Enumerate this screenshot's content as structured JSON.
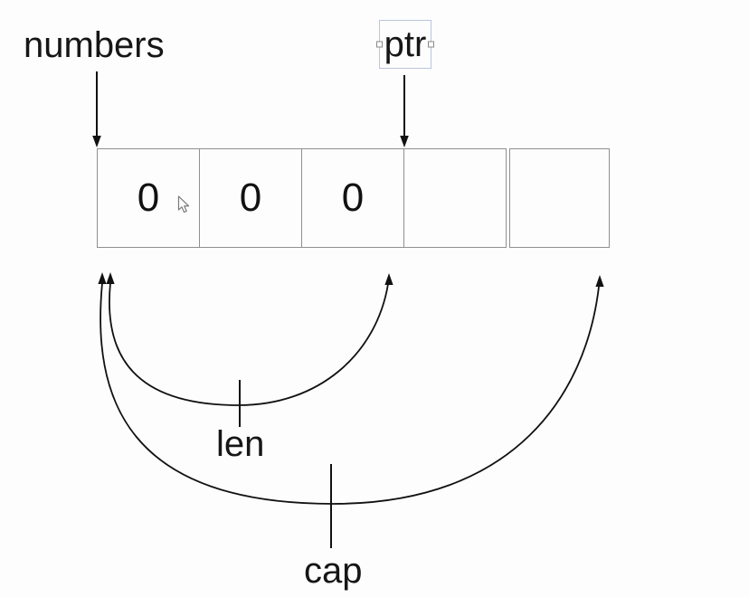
{
  "diagram": {
    "numbers_label": "numbers",
    "ptr_label": "ptr",
    "len_label": "len",
    "cap_label": "cap",
    "cells": [
      {
        "value": "0"
      },
      {
        "value": "0"
      },
      {
        "value": "0"
      },
      {
        "value": ""
      },
      {
        "value": ""
      }
    ],
    "colors": {
      "background": "#fdfdfd",
      "text": "#161616",
      "cell_border": "#909090",
      "arrow_stroke": "#111111",
      "selection_border": "#b8c6e0",
      "selection_handle_border": "#888888"
    },
    "icons": {
      "cursor": "mouse-pointer-icon"
    }
  }
}
